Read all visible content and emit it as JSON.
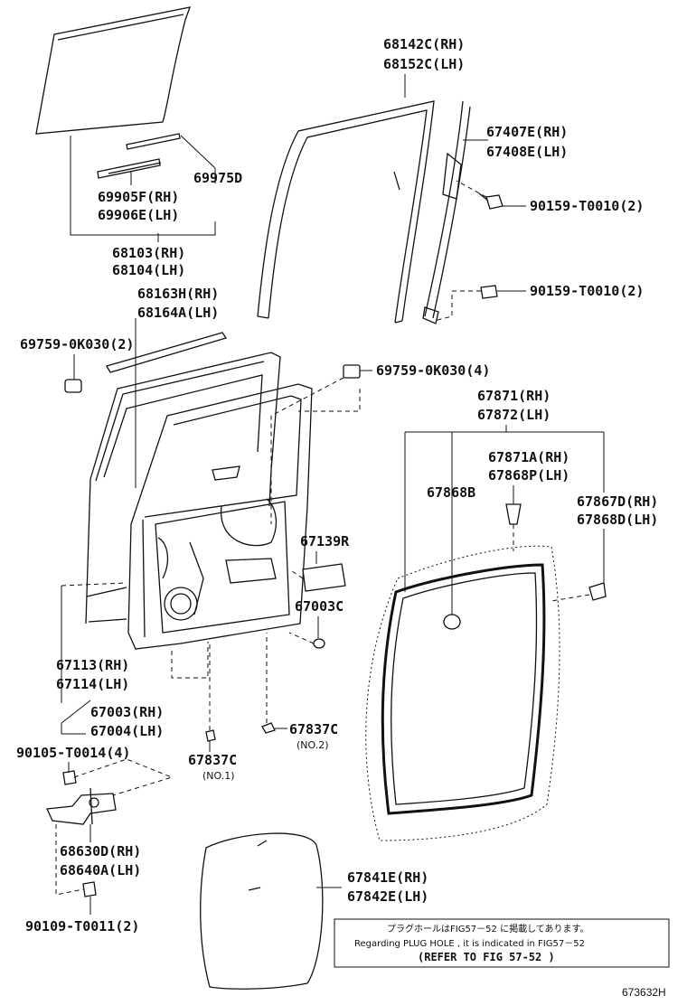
{
  "labels": {
    "p68142C": "68142C(RH)",
    "p68152C": "68152C(LH)",
    "p67407E": "67407E(RH)",
    "p67408E": "67408E(LH)",
    "p90159a": "90159-T0010(2)",
    "p90159b": "90159-T0010(2)",
    "p69975D": "69975D",
    "p69905F": "69905F(RH)",
    "p69906E": "69906E(LH)",
    "p68103": "68103(RH)",
    "p68104": "68104(LH)",
    "p68163H": "68163H(RH)",
    "p68164A": "68164A(LH)",
    "p69759a": "69759-0K030(2)",
    "p69759b": "69759-0K030(4)",
    "p67871": "67871(RH)",
    "p67872": "67872(LH)",
    "p67871A": "67871A(RH)",
    "p67868P": "67868P(LH)",
    "p67868B": "67868B",
    "p67867D": "67867D(RH)",
    "p67868D": "67868D(LH)",
    "p67139R": "67139R",
    "p67003C": "67003C",
    "p67113": "67113(RH)",
    "p67114": "67114(LH)",
    "p67003": "67003(RH)",
    "p67004": "67004(LH)",
    "p67837Ca": "67837C",
    "p67837Ca_sub": "(NO.2)",
    "p67837Cb": "67837C",
    "p67837Cb_sub": "(NO.1)",
    "p90105": "90105-T0014(4)",
    "p68630D": "68630D(RH)",
    "p68640A": "68640A(LH)",
    "p90109": "90109-T0011(2)",
    "p67841E": "67841E(RH)",
    "p67842E": "67842E(LH)"
  },
  "note": {
    "jp": "プラグホールはFIG57－52 に掲載してあります。",
    "en": "Regarding PLUG HOLE , it is indicated in FIG57－52",
    "ref": "(REFER TO FIG  57-52 )"
  },
  "figure_id": "673632H"
}
